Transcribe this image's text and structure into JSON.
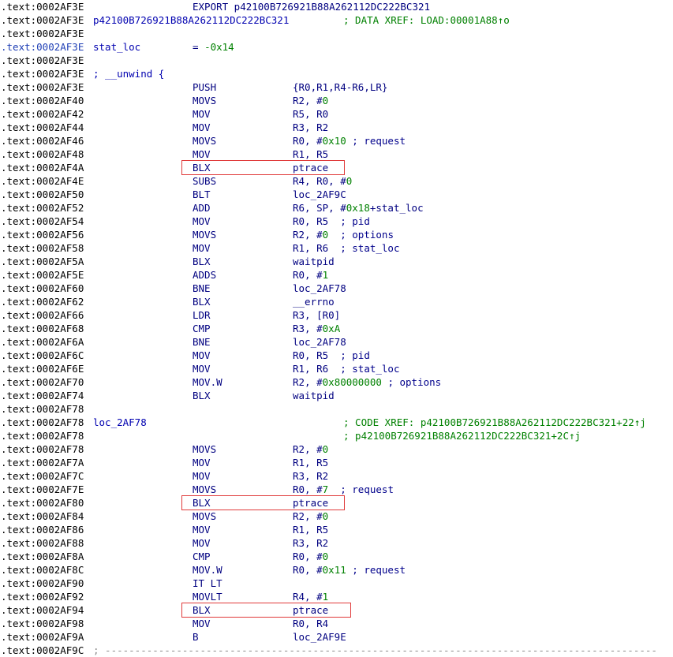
{
  "listing": {
    "lines": [
      {
        "addr": ".text:0002AF3E",
        "mnem": "EXPORT p42100B726921B88A262112DC222BC321"
      },
      {
        "addr": ".text:0002AF3E",
        "label": "p42100B726921B88A262112DC222BC321",
        "comment": "; DATA XREF: LOAD:00001A88↑o"
      },
      {
        "addr": ".text:0002AF3E"
      },
      {
        "addr": ".text:0002AF3E",
        "selected": true,
        "label": "stat_loc",
        "mnem": "= -0x14"
      },
      {
        "addr": ".text:0002AF3E"
      },
      {
        "addr": ".text:0002AF3E",
        "label": "; __unwind {"
      },
      {
        "addr": ".text:0002AF3E",
        "mnem": "PUSH",
        "ops": "{R0,R1,R4-R6,LR}"
      },
      {
        "addr": ".text:0002AF40",
        "mnem": "MOVS",
        "ops": "R2, #0"
      },
      {
        "addr": ".text:0002AF42",
        "mnem": "MOV",
        "ops": "R5, R0"
      },
      {
        "addr": ".text:0002AF44",
        "mnem": "MOV",
        "ops": "R3, R2"
      },
      {
        "addr": ".text:0002AF46",
        "mnem": "MOVS",
        "ops": "R0, #0x10 ; request"
      },
      {
        "addr": ".text:0002AF48",
        "mnem": "MOV",
        "ops": "R1, R5"
      },
      {
        "addr": ".text:0002AF4A",
        "mnem": "BLX",
        "ops": "ptrace",
        "boxed": true
      },
      {
        "addr": ".text:0002AF4E",
        "mnem": "SUBS",
        "ops": "R4, R0, #0"
      },
      {
        "addr": ".text:0002AF50",
        "mnem": "BLT",
        "ops": "loc_2AF9C"
      },
      {
        "addr": ".text:0002AF52",
        "mnem": "ADD",
        "ops": "R6, SP, #0x18+stat_loc"
      },
      {
        "addr": ".text:0002AF54",
        "mnem": "MOV",
        "ops": "R0, R5  ; pid"
      },
      {
        "addr": ".text:0002AF56",
        "mnem": "MOVS",
        "ops": "R2, #0  ; options"
      },
      {
        "addr": ".text:0002AF58",
        "mnem": "MOV",
        "ops": "R1, R6  ; stat_loc"
      },
      {
        "addr": ".text:0002AF5A",
        "mnem": "BLX",
        "ops": "waitpid"
      },
      {
        "addr": ".text:0002AF5E",
        "mnem": "ADDS",
        "ops": "R0, #1"
      },
      {
        "addr": ".text:0002AF60",
        "mnem": "BNE",
        "ops": "loc_2AF78"
      },
      {
        "addr": ".text:0002AF62",
        "mnem": "BLX",
        "ops": "__errno"
      },
      {
        "addr": ".text:0002AF66",
        "mnem": "LDR",
        "ops": "R3, [R0]"
      },
      {
        "addr": ".text:0002AF68",
        "mnem": "CMP",
        "ops": "R3, #0xA"
      },
      {
        "addr": ".text:0002AF6A",
        "mnem": "BNE",
        "ops": "loc_2AF78"
      },
      {
        "addr": ".text:0002AF6C",
        "mnem": "MOV",
        "ops": "R0, R5  ; pid"
      },
      {
        "addr": ".text:0002AF6E",
        "mnem": "MOV",
        "ops": "R1, R6  ; stat_loc"
      },
      {
        "addr": ".text:0002AF70",
        "mnem": "MOV.W",
        "ops": "R2, #0x80000000 ; options"
      },
      {
        "addr": ".text:0002AF74",
        "mnem": "BLX",
        "ops": "waitpid"
      },
      {
        "addr": ".text:0002AF78"
      },
      {
        "addr": ".text:0002AF78",
        "label": "loc_2AF78",
        "comment": "; CODE XREF: p42100B726921B88A262112DC222BC321+22↑j"
      },
      {
        "addr": ".text:0002AF78",
        "comment": "; p42100B726921B88A262112DC222BC321+2C↑j"
      },
      {
        "addr": ".text:0002AF78",
        "mnem": "MOVS",
        "ops": "R2, #0"
      },
      {
        "addr": ".text:0002AF7A",
        "mnem": "MOV",
        "ops": "R1, R5"
      },
      {
        "addr": ".text:0002AF7C",
        "mnem": "MOV",
        "ops": "R3, R2"
      },
      {
        "addr": ".text:0002AF7E",
        "mnem": "MOVS",
        "ops": "R0, #7  ; request"
      },
      {
        "addr": ".text:0002AF80",
        "mnem": "BLX",
        "ops": "ptrace",
        "boxed": true
      },
      {
        "addr": ".text:0002AF84",
        "mnem": "MOVS",
        "ops": "R2, #0"
      },
      {
        "addr": ".text:0002AF86",
        "mnem": "MOV",
        "ops": "R1, R5"
      },
      {
        "addr": ".text:0002AF88",
        "mnem": "MOV",
        "ops": "R3, R2"
      },
      {
        "addr": ".text:0002AF8A",
        "mnem": "CMP",
        "ops": "R0, #0"
      },
      {
        "addr": ".text:0002AF8C",
        "mnem": "MOV.W",
        "ops": "R0, #0x11 ; request"
      },
      {
        "addr": ".text:0002AF90",
        "mnem": "IT LT"
      },
      {
        "addr": ".text:0002AF92",
        "mnem": "MOVLT",
        "ops": "R4, #1"
      },
      {
        "addr": ".text:0002AF94",
        "mnem": "BLX",
        "ops": "ptrace",
        "boxed": true
      },
      {
        "addr": ".text:0002AF98",
        "mnem": "MOV",
        "ops": "R0, R4"
      },
      {
        "addr": ".text:0002AF9A",
        "mnem": "B",
        "ops": "loc_2AF9E"
      },
      {
        "addr": ".text:0002AF9C",
        "separator": "; ---------------------------------------------------------------------------------------------"
      }
    ]
  },
  "colors": {
    "address": "#000000",
    "selected_address": "#1f3fb5",
    "label": "#0000b0",
    "mnemonic": "#000080",
    "immediate": "#008000",
    "comment": "#008000",
    "operand_comment": "#00008b",
    "highlight_box": "#e03a3a"
  }
}
